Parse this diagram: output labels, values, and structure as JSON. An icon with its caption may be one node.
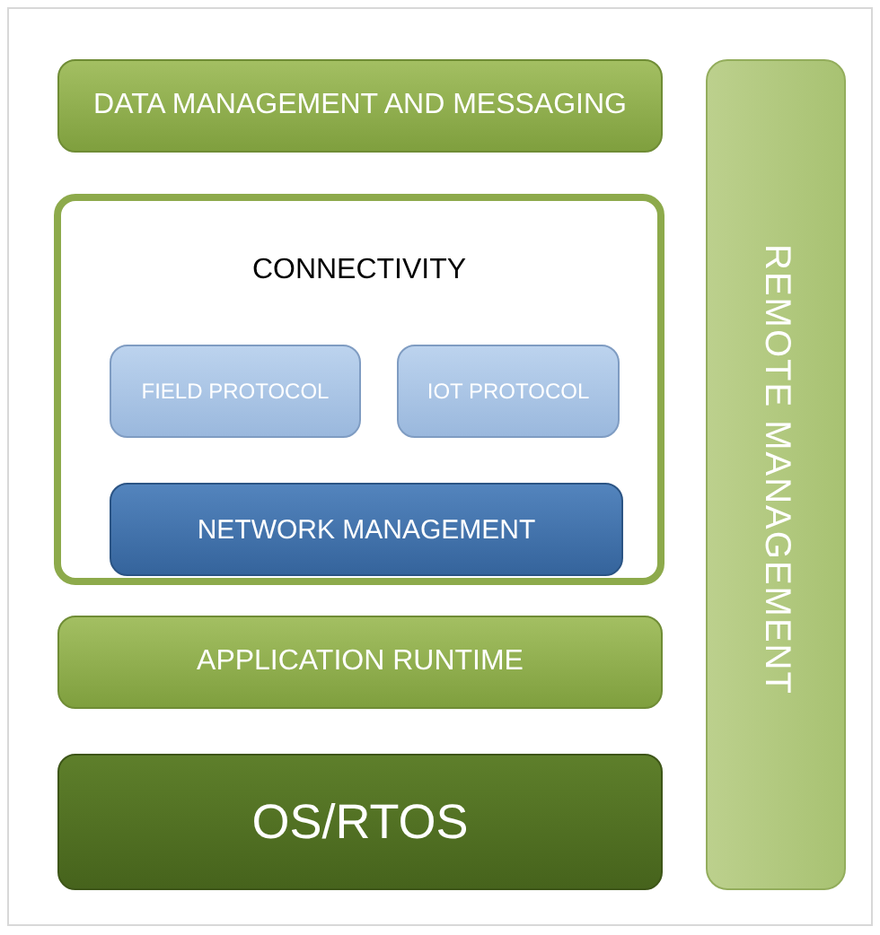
{
  "diagram": {
    "nodes": [
      {
        "text": [
          "DATA MANAGEMENT AND MESSAGING"
        ]
      },
      {
        "text": [
          "CONNECTIVITY"
        ]
      },
      {
        "text": [
          "FIELD PROTOCOL"
        ],
        "in": 1
      },
      {
        "text": [
          "IOT PROTOCOL"
        ],
        "in": 1
      },
      {
        "text": [
          "NETWORK MANAGEMENT"
        ],
        "in": 1
      },
      {
        "text": [
          "APPLICATION RUNTIME"
        ]
      },
      {
        "text": [
          "OS/RTOS"
        ]
      },
      {
        "text": [
          "REMOTE MANAGEMENT"
        ]
      }
    ]
  }
}
